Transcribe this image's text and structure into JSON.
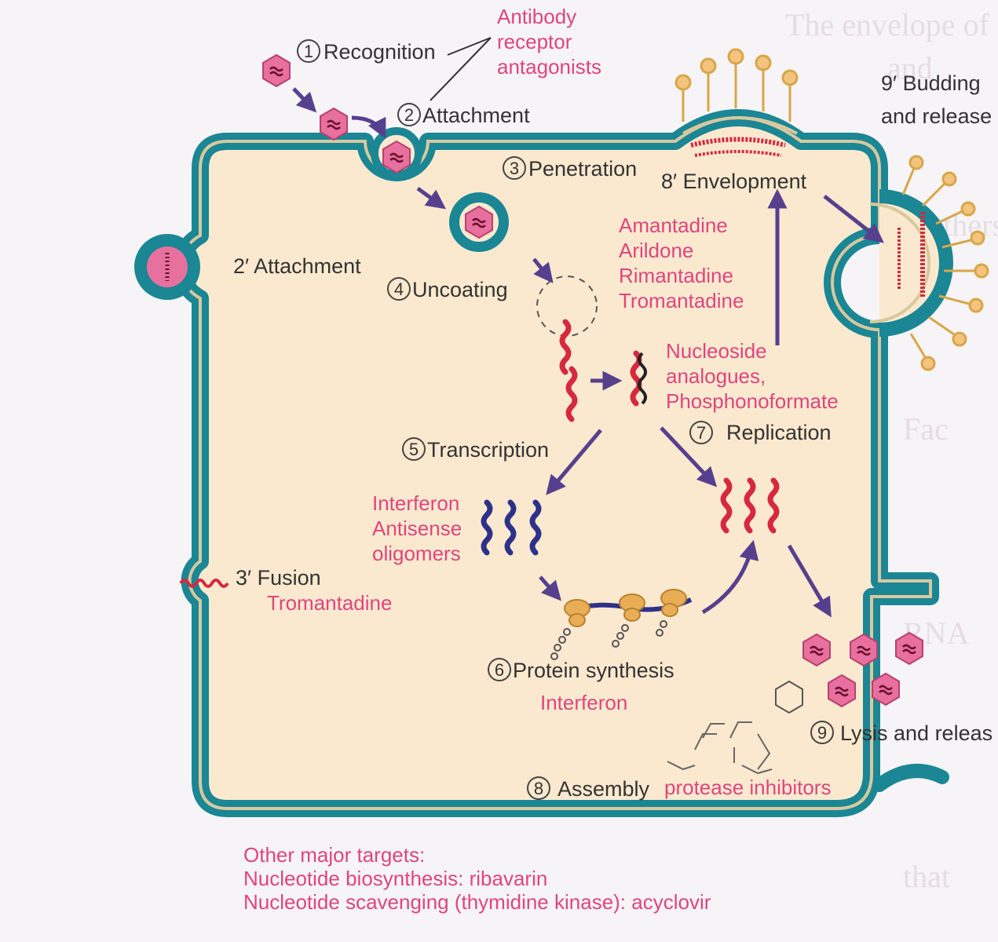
{
  "labels": {
    "recognition": "Recognition",
    "attachment": "Attachment",
    "penetration": "Penetration",
    "uncoating": "Uncoating",
    "transcription": "Transcription",
    "protein_synthesis": "Protein synthesis",
    "replication": "Replication",
    "assembly": "Assembly",
    "lysis_release": "Lysis and releas",
    "envelopment": "8′ Envelopment",
    "budding_line1": "9′ Budding",
    "budding_line2": "and release",
    "attachment2": "2′ Attachment",
    "fusion3": "3′ Fusion"
  },
  "step_numbers": {
    "n1": "1",
    "n2": "2",
    "n3": "3",
    "n4": "4",
    "n5": "5",
    "n6": "6",
    "n7": "7",
    "n8": "8",
    "n9": "9"
  },
  "drugs": {
    "antibody": [
      "Antibody",
      "receptor",
      "antagonists"
    ],
    "amantadine_group": [
      "Amantadine",
      "Arildone",
      "Rimantadine",
      "Tromantadine"
    ],
    "nucleoside": [
      "Nucleoside",
      "analogues,",
      "Phosphonoformate"
    ],
    "interferon_group": [
      "Interferon",
      "Antisense",
      "oligomers"
    ],
    "tromantadine_fusion": "Tromantadine",
    "interferon_protein": "Interferon",
    "protease": "protease inhibitors"
  },
  "footer": {
    "line1": "Other major targets:",
    "line2": "Nucleotide biosynthesis: ribavarin",
    "line3": "Nucleotide scavenging (thymidine kinase): acyclovir"
  },
  "colors": {
    "membrane": "#1b8694",
    "cytoplasm": "#fbe9cf",
    "virus": "#e8709e",
    "rna_red": "#d6283f",
    "rna_blue": "#2e3189",
    "arrow": "#56408e",
    "drug_text": "#e0457e",
    "ribosome": "#e9ad56"
  }
}
